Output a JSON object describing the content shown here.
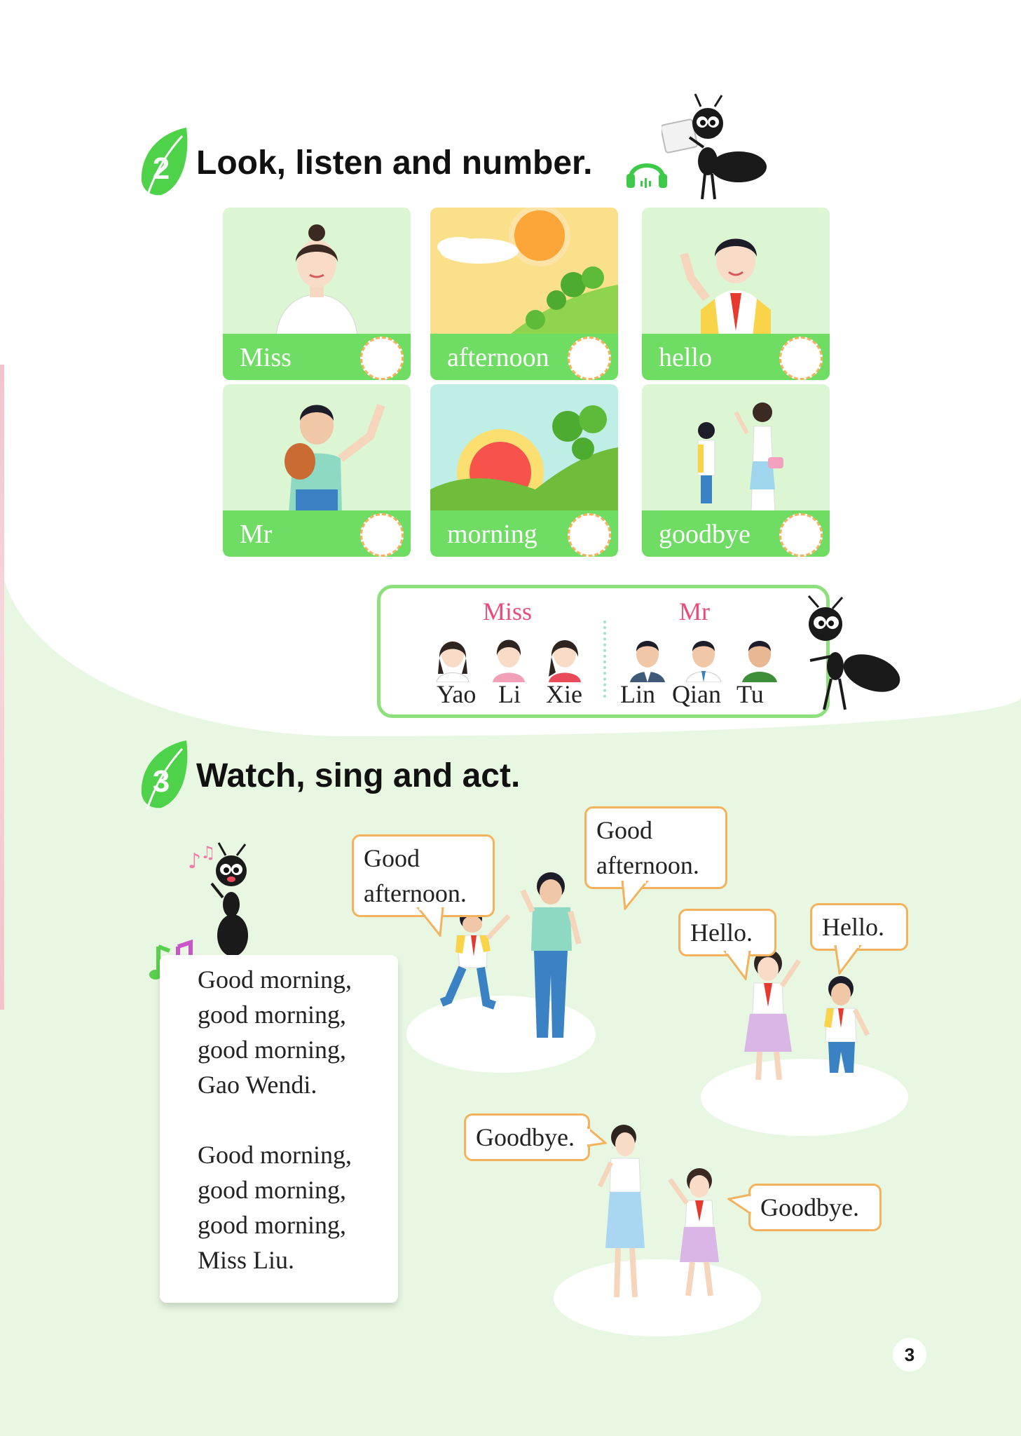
{
  "section2": {
    "number": "2",
    "title": "Look, listen and number.",
    "cards": [
      {
        "word": "Miss"
      },
      {
        "word": "afternoon"
      },
      {
        "word": "hello"
      },
      {
        "word": "Mr"
      },
      {
        "word": "morning"
      },
      {
        "word": "goodbye"
      }
    ],
    "names_box": {
      "miss_label": "Miss",
      "mr_label": "Mr",
      "miss_names": [
        "Yao",
        "Li",
        "Xie"
      ],
      "mr_names": [
        "Lin",
        "Qian",
        "Tu"
      ]
    }
  },
  "section3": {
    "number": "3",
    "title": "Watch, sing and act.",
    "song": {
      "verse1": [
        "Good morning,",
        "good morning,",
        "good morning,",
        "Gao Wendi."
      ],
      "verse2": [
        "Good morning,",
        "good morning,",
        "good morning,",
        "Miss Liu."
      ]
    },
    "bubbles": {
      "afternoon1": [
        "Good",
        "afternoon."
      ],
      "afternoon2": [
        "Good",
        "afternoon."
      ],
      "hello1": "Hello.",
      "hello2": "Hello.",
      "goodbye1": "Goodbye.",
      "goodbye2": "Goodbye."
    }
  },
  "page_number": "3",
  "colors": {
    "accent_green": "#6fdc63",
    "card_bg": "#dcf5d2",
    "bubble_border": "#f4b25c",
    "label_pink": "#e94b7a",
    "page_bg": "#e8f7e2"
  }
}
